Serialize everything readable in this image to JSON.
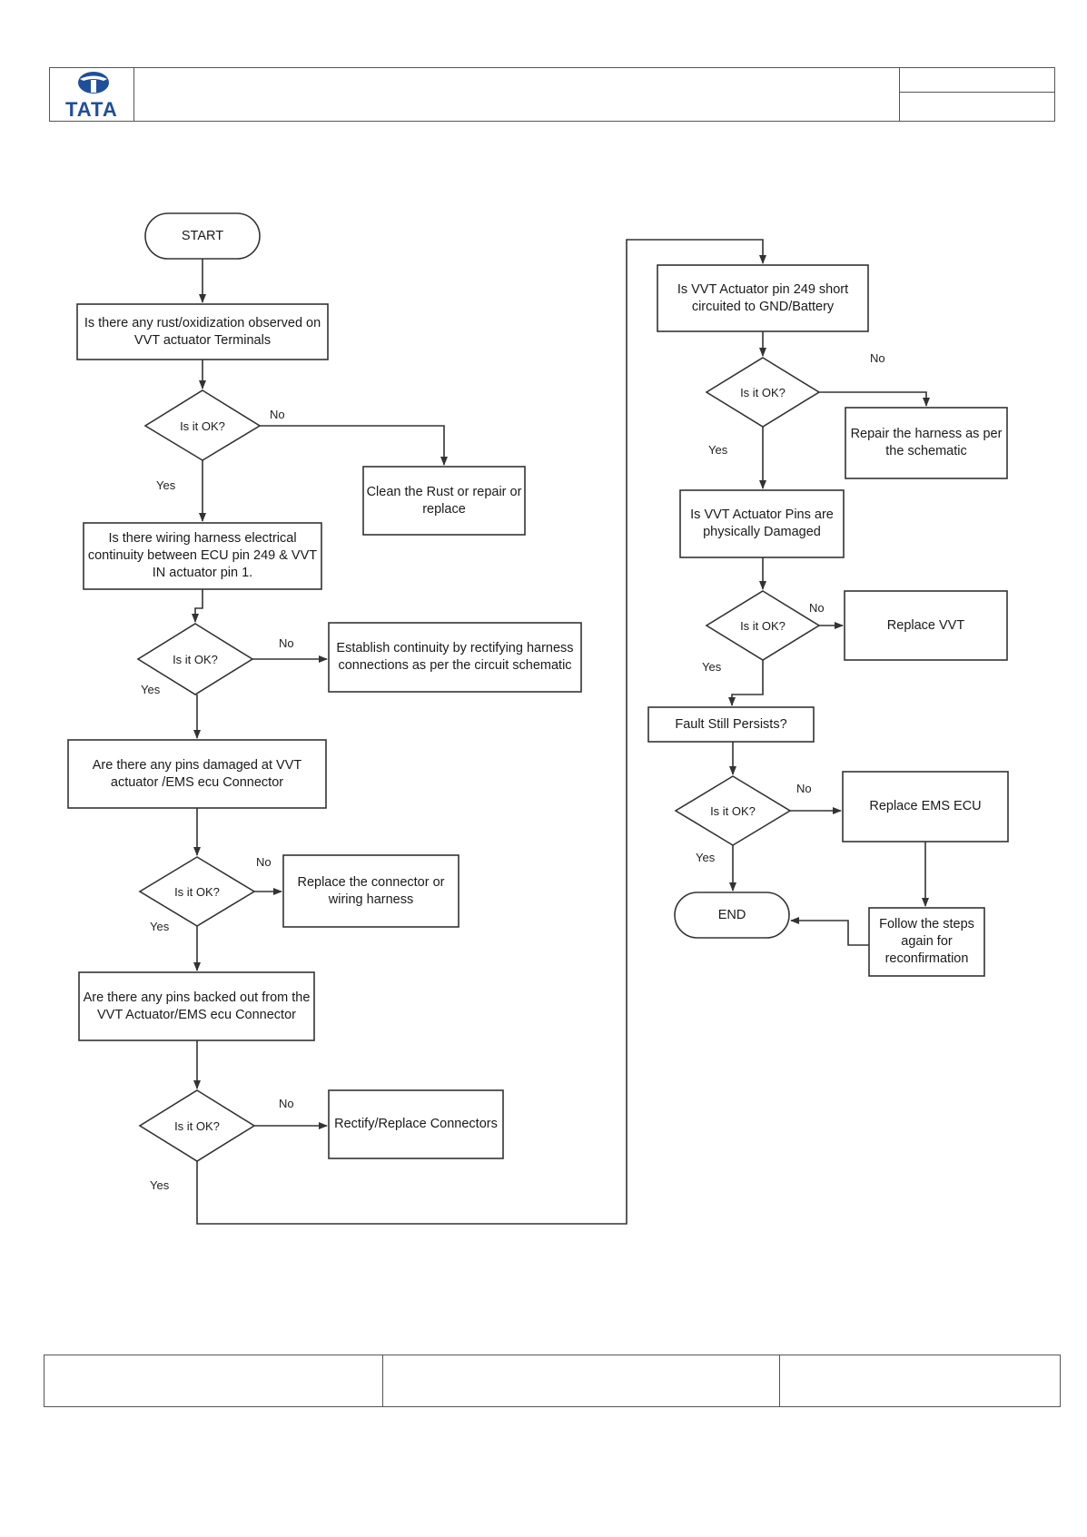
{
  "header": {
    "logo_text": "TATA"
  },
  "flow": {
    "start": "START",
    "q_rust": "Is there any rust/oxidization observed on VVT actuator Terminals",
    "d1": "Is it OK?",
    "a_clean": "Clean the Rust or repair or replace",
    "q_continuity": "Is there wiring harness electrical continuity between ECU pin 249 & VVT IN actuator pin 1.",
    "d2": "Is it OK?",
    "a_continuity": "Establish continuity by rectifying harness connections as per the circuit schematic",
    "q_pins_damaged": "Are there any pins damaged at VVT actuator /EMS ecu Connector",
    "d3": "Is it OK?",
    "a_replace_connector": "Replace the connector or wiring harness",
    "q_pins_backed": "Are there any pins backed out from the VVT Actuator/EMS ecu Connector",
    "d4": "Is it OK?",
    "a_rectify": "Rectify/Replace Connectors",
    "q_short": "Is VVT Actuator pin 249 short circuited to GND/Battery",
    "d5": "Is it OK?",
    "a_repair_harness": "Repair the harness as per the schematic",
    "q_phys_damaged": "Is VVT Actuator Pins are physically Damaged",
    "d6": "Is it OK?",
    "a_replace_vvt": "Replace VVT",
    "q_fault": "Fault Still Persists?",
    "d7": "Is it OK?",
    "a_replace_ecu": "Replace EMS ECU",
    "a_follow": "Follow the steps again for reconfirmation",
    "end": "END",
    "yes": "Yes",
    "no": "No"
  },
  "colors": {
    "line": "#333333",
    "logo": "#1f4e9c"
  }
}
